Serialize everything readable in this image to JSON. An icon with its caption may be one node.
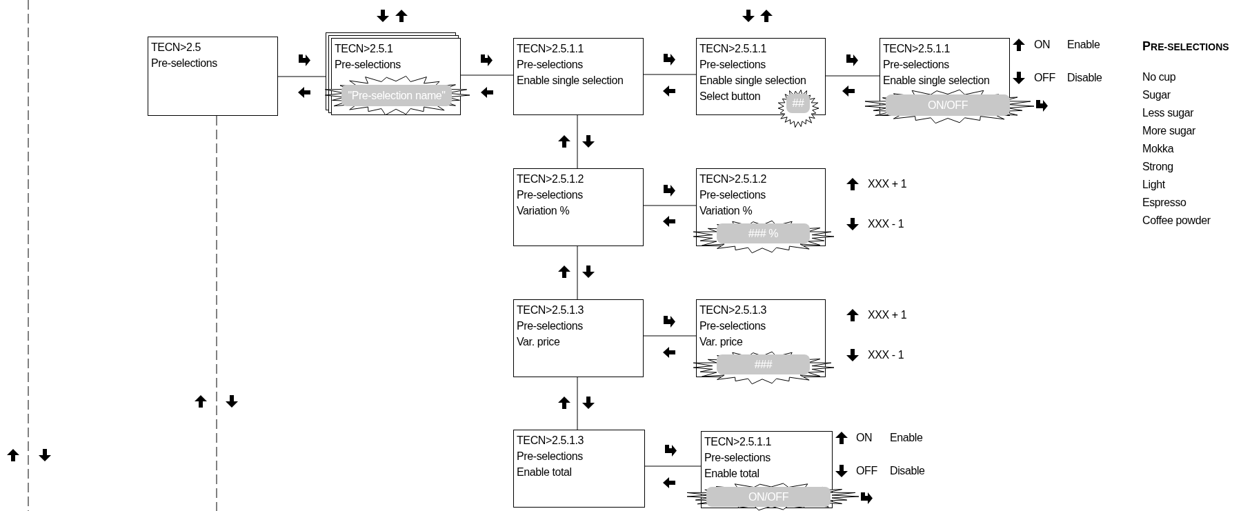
{
  "diagram": {
    "nodes": [
      {
        "text": [
          "TECN>2.5",
          "Pre-selections"
        ]
      },
      {
        "text": [
          "TECN>2.5.1",
          "Pre-selections"
        ]
      },
      {
        "text": [
          "TECN>2.5.1.1",
          "Pre-selections",
          "Enable single selection"
        ]
      },
      {
        "text": [
          "TECN>2.5.1.1",
          "Pre-selections",
          "Enable single selection",
          "Select button"
        ]
      },
      {
        "text": [
          "TECN>2.5.1.1",
          "Pre-selections",
          "Enable single selection"
        ]
      },
      {
        "text": [
          "TECN>2.5.1.2",
          "Pre-selections",
          "Variation %"
        ]
      },
      {
        "text": [
          "TECN>2.5.1.2",
          "Pre-selections",
          "Variation %"
        ]
      },
      {
        "text": [
          "TECN>2.5.1.3",
          "Pre-selections",
          "Var.  price"
        ]
      },
      {
        "text": [
          "TECN>2.5.1.3",
          "Pre-selections",
          "Var.  price"
        ]
      },
      {
        "text": [
          "TECN>2.5.1.3",
          "Pre-selections",
          "Enable total"
        ]
      },
      {
        "text": [
          "TECN>2.5.1.1",
          "Pre-selections",
          "Enable total"
        ]
      },
      {
        "text": [
          "\"Pre-selection name\""
        ],
        "in": 1
      },
      {
        "text": [
          "##"
        ],
        "in": 3
      },
      {
        "text": [
          "ON/OFF"
        ],
        "in": 4
      },
      {
        "text": [
          "### %"
        ],
        "in": 6
      },
      {
        "text": [
          "###"
        ],
        "in": 8
      },
      {
        "text": [
          "ON/OFF"
        ],
        "in": 10
      }
    ],
    "edges": [
      {
        "from": 0,
        "to": 1,
        "arrow": "none"
      },
      {
        "from": 1,
        "to": 2,
        "arrow": "none"
      },
      {
        "from": 2,
        "to": 3,
        "arrow": "none"
      },
      {
        "from": 3,
        "to": 4,
        "arrow": "none"
      },
      {
        "from": 2,
        "to": 5,
        "arrow": "none"
      },
      {
        "from": 5,
        "to": 6,
        "arrow": "none"
      },
      {
        "from": 5,
        "to": 7,
        "arrow": "none"
      },
      {
        "from": 7,
        "to": 8,
        "arrow": "none"
      },
      {
        "from": 7,
        "to": 9,
        "arrow": "none"
      },
      {
        "from": 9,
        "to": 10,
        "arrow": "none"
      },
      {
        "from": 0,
        "to": null,
        "arrow": "none",
        "style": "dashed"
      }
    ],
    "labels": [
      "ON",
      "Enable",
      "OFF",
      "Disable",
      "PRE-SELECTIONS",
      "No cup",
      "Sugar",
      "Less sugar",
      "More sugar",
      "Mokka",
      "Strong",
      "Light",
      "Espresso",
      "Coffee powder",
      "XXX + 1",
      "XXX - 1",
      "XXX + 1",
      "XXX - 1",
      "ON",
      "Enable",
      "OFF",
      "Disable"
    ]
  }
}
